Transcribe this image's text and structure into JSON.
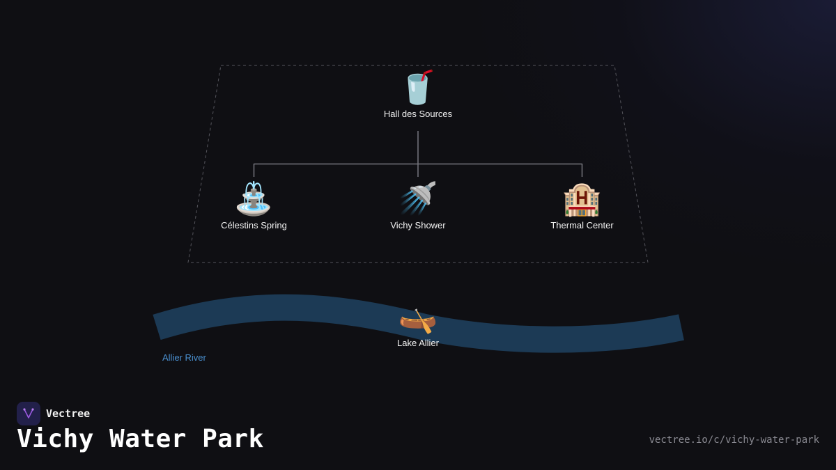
{
  "diagram": {
    "root": {
      "icon": "🥤",
      "label": "Hall des Sources",
      "icon_name": "cup-with-straw-icon"
    },
    "children": [
      {
        "icon": "⛲",
        "label": "Célestins Spring",
        "icon_name": "fountain-icon"
      },
      {
        "icon": "🚿",
        "label": "Vichy Shower",
        "icon_name": "shower-icon"
      },
      {
        "icon": "🏨",
        "label": "Thermal Center",
        "icon_name": "hotel-icon"
      }
    ],
    "river": {
      "label": "Allier River",
      "color": "#1c3a55",
      "label_color": "#4a90d0"
    },
    "lake": {
      "icon": "🛶",
      "label": "Lake Allier",
      "icon_name": "canoe-icon"
    }
  },
  "branding": {
    "brand_name": "Vectree",
    "title": "Vichy Water Park",
    "url": "vectree.io/c/vichy-water-park",
    "accent_color": "#9b59e0"
  }
}
